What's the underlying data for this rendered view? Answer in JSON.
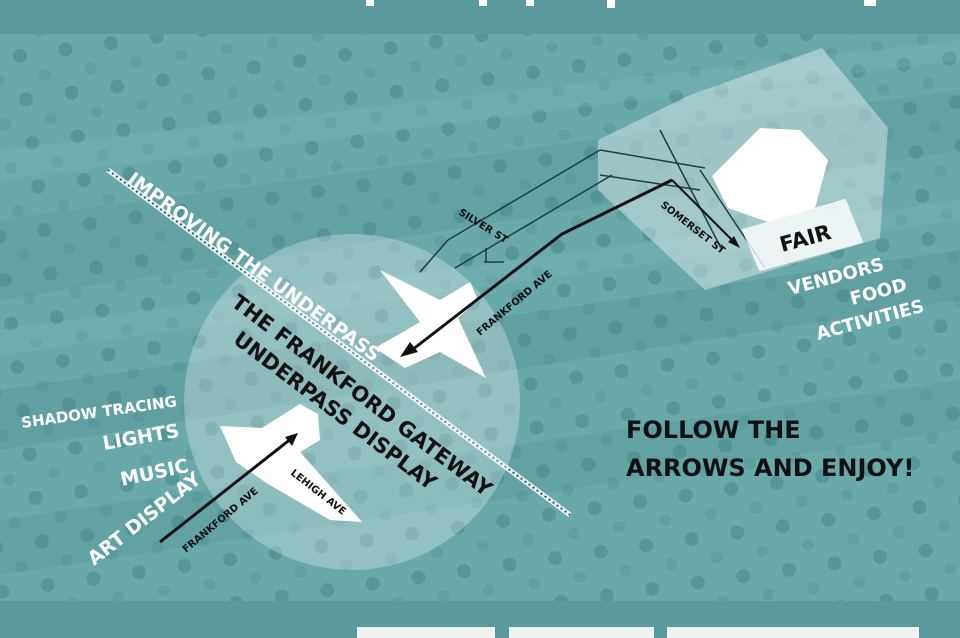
{
  "map": {
    "underpass_heading": "IMPROVING THE UNDERPASS",
    "display_title_line1": "THE FRANKFORD GATEWAY",
    "display_title_line2": "UNDERPASS DISPLAY",
    "fair_label": "FAIR",
    "fair_features": [
      "VENDORS",
      "FOOD",
      "ACTIVITIES"
    ],
    "display_features": [
      "SHADOW TRACING",
      "LIGHTS",
      "MUSIC",
      "ART DISPLAY"
    ],
    "streets": {
      "silver": "SILVER ST",
      "somerset": "SOMERSET ST",
      "frankford_upper": "FRANKFORD AVE",
      "frankford_lower": "FRANKFORD AVE",
      "lehigh": "LEHIGH AVE"
    },
    "callout_line1": "FOLLOW THE",
    "callout_line2": "ARROWS AND ENJOY!"
  },
  "colors": {
    "water_teal": "#6aa9aa",
    "band_teal": "#5a9a9c",
    "white": "#ffffff",
    "black": "#111111"
  }
}
